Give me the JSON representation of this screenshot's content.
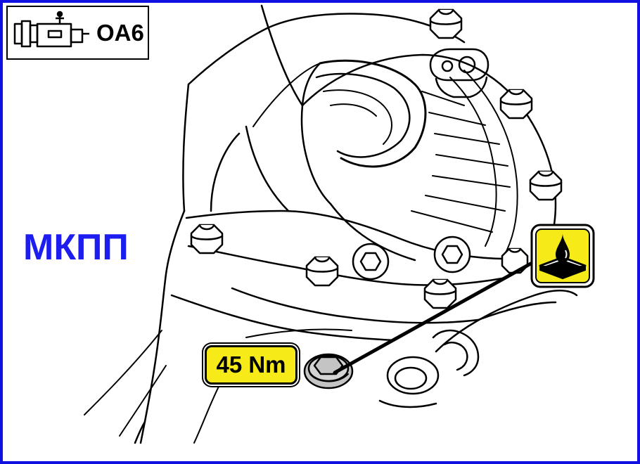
{
  "header_badge": {
    "transmission_icon": "transmission-icon",
    "code": "OA6"
  },
  "side_label": "МКПП",
  "torque_label": "45 Nm",
  "oil_icon": "oil-drop-icon",
  "colors": {
    "frame": "#1010e0",
    "side_label": "#1d1df0",
    "highlight_yellow": "#f6ea18",
    "plug_gray": "#c4c4c4"
  }
}
